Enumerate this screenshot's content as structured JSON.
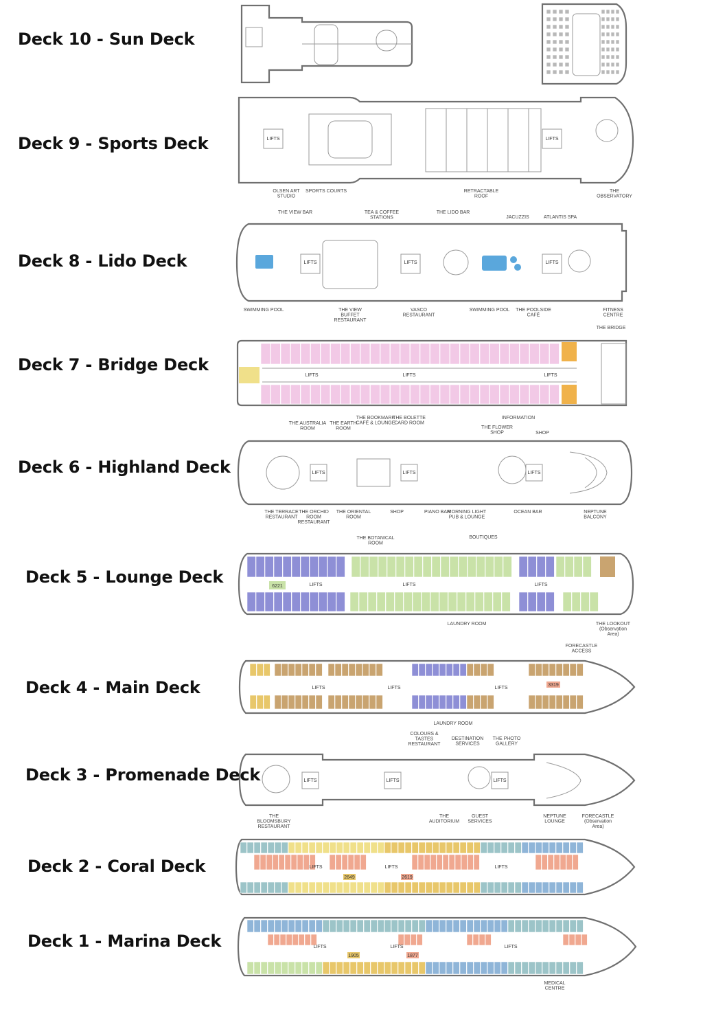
{
  "decks": [
    {
      "title": "Deck 10 - Sun Deck"
    },
    {
      "title": "Deck 9 - Sports Deck"
    },
    {
      "title": "Deck 8 - Lido Deck"
    },
    {
      "title": "Deck 7 - Bridge Deck"
    },
    {
      "title": "Deck 6 - Highland Deck"
    },
    {
      "title": "Deck 5 - Lounge Deck"
    },
    {
      "title": "Deck 4 - Main Deck"
    },
    {
      "title": "Deck 3 - Promenade Deck"
    },
    {
      "title": "Deck 2 - Coral Deck"
    },
    {
      "title": "Deck 1 - Marina Deck"
    }
  ],
  "labels": {
    "lifts": "LIFTS",
    "d9": [
      "OLSEN ART STUDIO",
      "SPORTS COURTS",
      "RETRACTABLE ROOF",
      "THE OBSERVATORY"
    ],
    "d8_top": [
      "THE VIEW BAR",
      "TEA & COFFEE STATIONS",
      "THE LIDO BAR",
      "JACUZZIS",
      "ATLANTIS SPA"
    ],
    "d8_bottom": [
      "SWIMMING POOL",
      "THE VIEW BUFFET RESTAURANT",
      "VASCO RESTAURANT",
      "SWIMMING POOL",
      "THE POOLSIDE CAFÉ",
      "FITNESS CENTRE"
    ],
    "d7": [
      "THE BRIDGE"
    ],
    "d6_top": [
      "THE AUSTRALIA ROOM",
      "THE EARTH ROOM",
      "THE BOOKMARK CAFÉ & LOUNGE",
      "THE BOLETTE CARD ROOM",
      "THE FLOWER SHOP",
      "INFORMATION",
      "SHOP"
    ],
    "d6_bottom": [
      "THE TERRACE RESTAURANT",
      "THE ORCHID ROOM RESTAURANT",
      "THE ORIENTAL ROOM",
      "SHOP",
      "PIANO BAR",
      "MORNING LIGHT PUB & LOUNGE",
      "OCEAN BAR",
      "NEPTUNE BALCONY",
      "THE BOTANICAL ROOM",
      "BOUTIQUES"
    ],
    "d5": [
      "LAUNDRY ROOM",
      "THE LOOKOUT (Observation Area)",
      "6221"
    ],
    "d4": [
      "FORECASTLE ACCESS",
      "LAUNDRY ROOM",
      "3319"
    ],
    "d3_top": [
      "COLOURS & TASTES RESTAURANT",
      "DESTINATION SERVICES",
      "THE PHOTO GALLERY"
    ],
    "d3_bottom": [
      "THE BLOOMSBURY RESTAURANT",
      "THE AUDITORIUM",
      "GUEST SERVICES",
      "NEPTUNE LOUNGE",
      "FORECASTLE (Observation Area)"
    ],
    "d2": [
      "2619",
      "2649"
    ],
    "d1": [
      "MEDICAL CENTRE",
      "1905",
      "1877"
    ]
  },
  "colors": {
    "outline": "#6f6f6f",
    "cabin_pink": "#f2c9e6",
    "cabin_orange": "#f0b24a",
    "cabin_purple": "#8e8fd6",
    "cabin_green": "#c9e2a8",
    "cabin_tan": "#c9a470",
    "cabin_gold": "#e8c76a",
    "cabin_teal": "#9cc4c8",
    "cabin_yellow": "#f0e08a",
    "cabin_salmon": "#f0a890",
    "cabin_blue": "#8fb5d8",
    "pool_blue": "#5aa7dc"
  }
}
